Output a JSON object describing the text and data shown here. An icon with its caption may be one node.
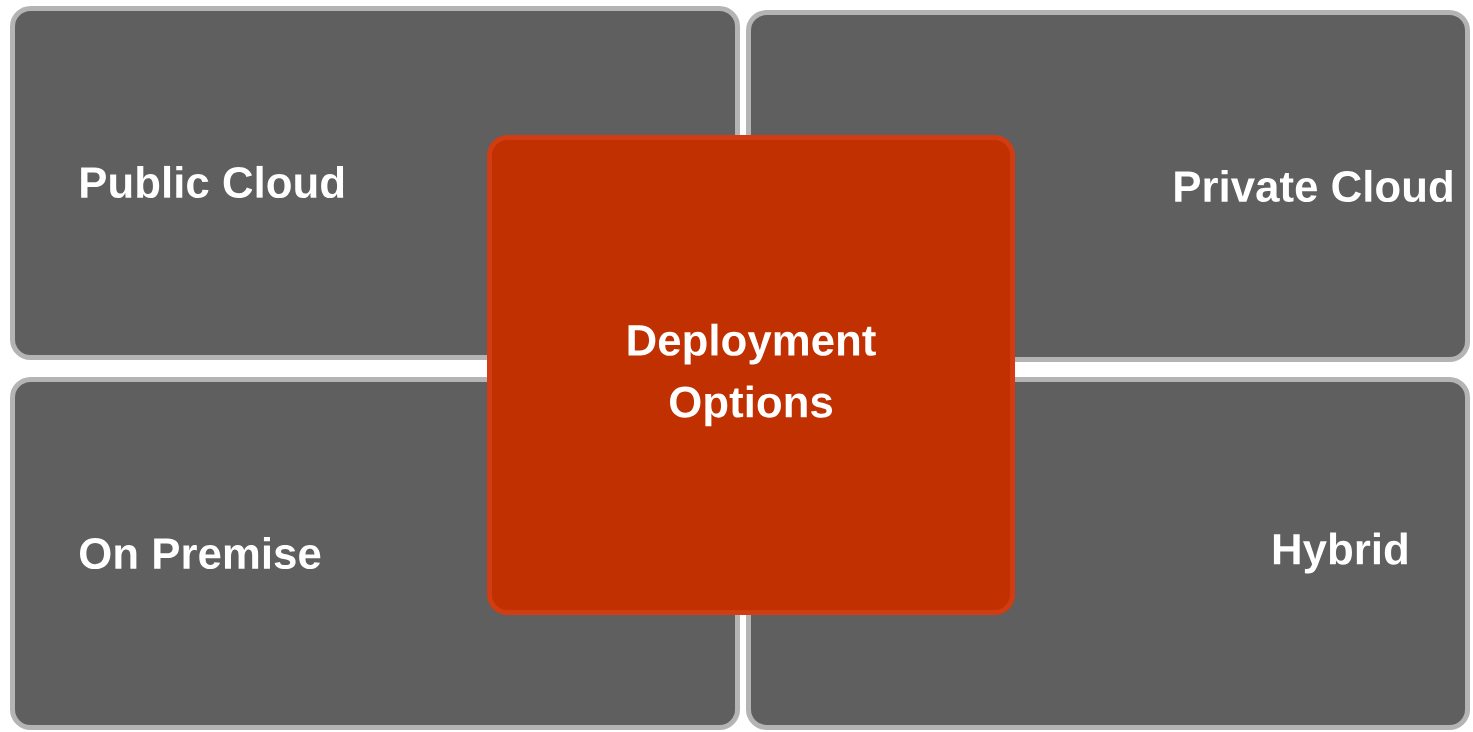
{
  "diagram": {
    "nodes": [
      {
        "text": [
          "Public Cloud"
        ]
      },
      {
        "text": [
          "Private Cloud"
        ]
      },
      {
        "text": [
          "On Premise"
        ]
      },
      {
        "text": [
          "Hybrid"
        ]
      },
      {
        "text": [
          "Deployment Options"
        ]
      }
    ]
  }
}
